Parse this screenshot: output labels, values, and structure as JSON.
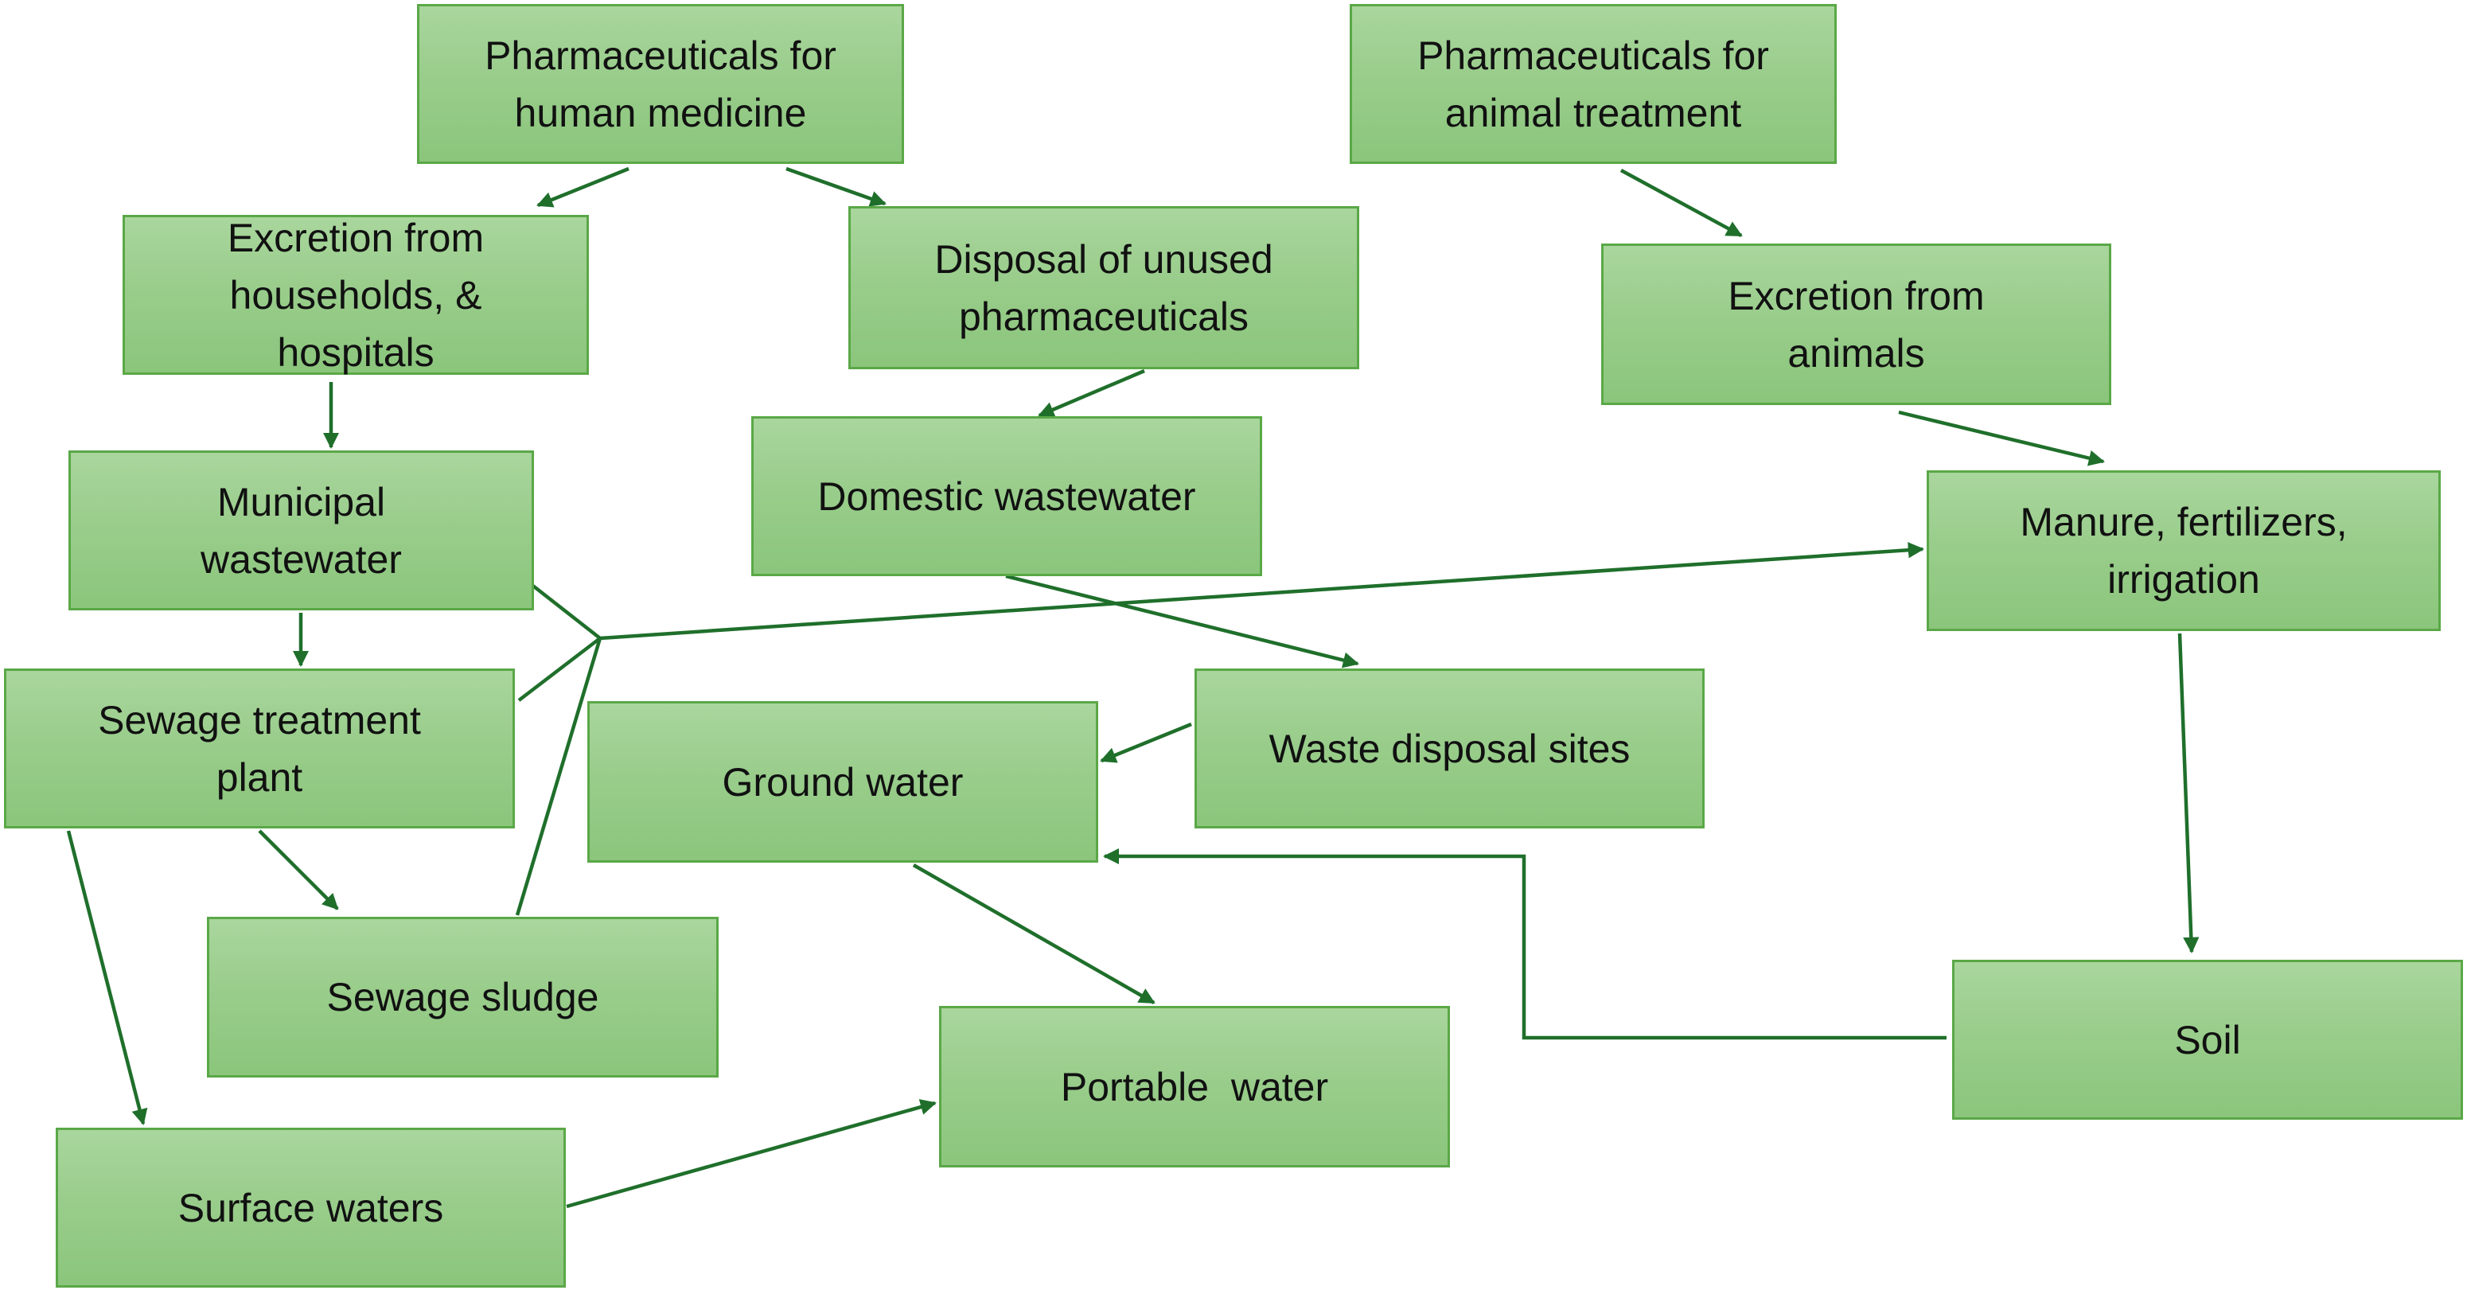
{
  "diagram": {
    "title": "Pathways of pharmaceuticals into the environment",
    "colors": {
      "node_fill_top": "#a9d69d",
      "node_fill_bottom": "#8bc67c",
      "node_border": "#5aa847",
      "edge": "#1f6f2b",
      "text": "#111111"
    },
    "nodes": [
      {
        "id": "pharm_human",
        "label": "Pharmaceuticals for\nhuman medicine"
      },
      {
        "id": "pharm_animal",
        "label": "Pharmaceuticals for\nanimal treatment"
      },
      {
        "id": "excretion_households",
        "label": "Excretion from\nhouseholds, &\nhospitals"
      },
      {
        "id": "disposal_unused",
        "label": "Disposal of unused\npharmaceuticals"
      },
      {
        "id": "excretion_animals",
        "label": "Excretion from\nanimals"
      },
      {
        "id": "municipal_wastewater",
        "label": "Municipal\nwastewater"
      },
      {
        "id": "domestic_wastewater",
        "label": "Domestic wastewater"
      },
      {
        "id": "manure",
        "label": "Manure, fertilizers,\nirrigation"
      },
      {
        "id": "sewage_treatment",
        "label": "Sewage treatment\nplant"
      },
      {
        "id": "waste_disposal",
        "label": "Waste disposal sites"
      },
      {
        "id": "ground_water",
        "label": "Ground water"
      },
      {
        "id": "sewage_sludge",
        "label": "Sewage sludge"
      },
      {
        "id": "soil",
        "label": "Soil"
      },
      {
        "id": "portable_water",
        "label": "Portable  water"
      },
      {
        "id": "surface_waters",
        "label": "Surface waters"
      }
    ],
    "edges": [
      {
        "from": "pharm_human",
        "to": "excretion_households"
      },
      {
        "from": "pharm_human",
        "to": "disposal_unused"
      },
      {
        "from": "pharm_animal",
        "to": "excretion_animals"
      },
      {
        "from": "excretion_households",
        "to": "municipal_wastewater"
      },
      {
        "from": "disposal_unused",
        "to": "domestic_wastewater"
      },
      {
        "from": "excretion_animals",
        "to": "manure"
      },
      {
        "from": "municipal_wastewater",
        "to": "sewage_treatment"
      },
      {
        "from": "municipal_wastewater",
        "to": "manure",
        "via": "junction"
      },
      {
        "from": "sewage_treatment",
        "to": "manure",
        "via": "junction"
      },
      {
        "from": "sewage_sludge",
        "to": "manure",
        "via": "junction"
      },
      {
        "from": "domestic_wastewater",
        "to": "waste_disposal"
      },
      {
        "from": "waste_disposal",
        "to": "ground_water"
      },
      {
        "from": "manure",
        "to": "soil"
      },
      {
        "from": "soil",
        "to": "ground_water"
      },
      {
        "from": "ground_water",
        "to": "portable_water"
      },
      {
        "from": "sewage_treatment",
        "to": "sewage_sludge"
      },
      {
        "from": "sewage_treatment",
        "to": "surface_waters"
      },
      {
        "from": "surface_waters",
        "to": "portable_water"
      }
    ]
  }
}
